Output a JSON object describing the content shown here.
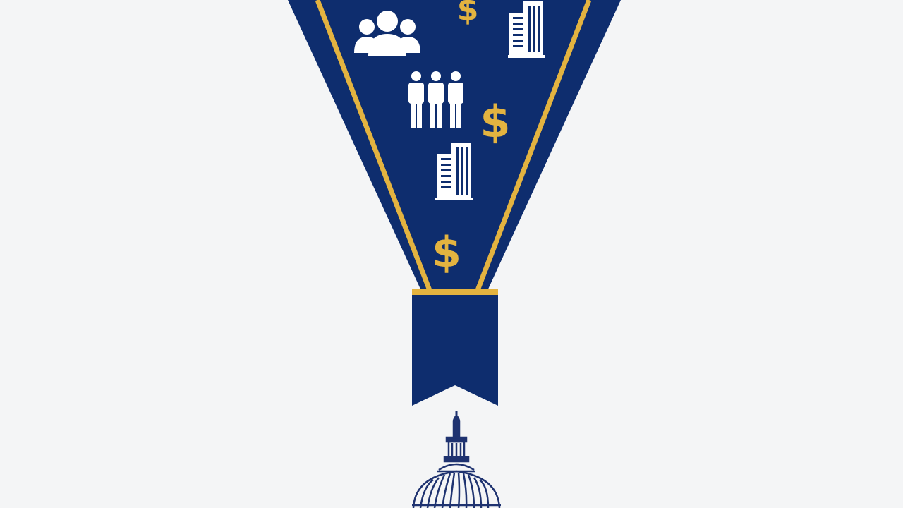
{
  "colors": {
    "background": "#f4f5f6",
    "navy": "#0e2d6e",
    "gold": "#e3b340",
    "white": "#ffffff",
    "outline": "#1f3370"
  },
  "funnel": {
    "icons": [
      {
        "name": "group-of-people-icon",
        "kind": "group"
      },
      {
        "name": "three-people-icon",
        "kind": "people-row"
      },
      {
        "name": "office-building-icon",
        "kind": "building"
      },
      {
        "name": "office-building-icon",
        "kind": "building"
      },
      {
        "name": "dollar-sign-icon",
        "kind": "dollar"
      },
      {
        "name": "dollar-sign-icon",
        "kind": "dollar"
      },
      {
        "name": "dollar-sign-icon",
        "kind": "dollar"
      }
    ],
    "dollar_glyph": "$"
  },
  "landmark": {
    "icon": "capitol-dome-icon"
  }
}
